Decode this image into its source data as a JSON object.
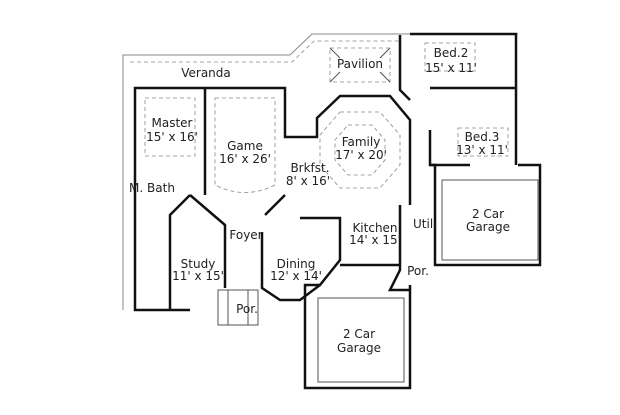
{
  "rooms": {
    "veranda": {
      "name": "Veranda"
    },
    "pavilion": {
      "name": "Pavilion"
    },
    "bed2": {
      "name": "Bed.2",
      "size": "15' x 11'"
    },
    "master": {
      "name": "Master",
      "size": "15' x 16'"
    },
    "game": {
      "name": "Game",
      "size": "16' x 26'"
    },
    "family": {
      "name": "Family",
      "size": "17' x 20'"
    },
    "bed3": {
      "name": "Bed.3",
      "size": "13' x 11'"
    },
    "brkfst": {
      "name": "Brkfst.",
      "size": "8' x 16'"
    },
    "mbath": {
      "name": "M. Bath"
    },
    "garage_right": {
      "name": "2 Car",
      "name2": "Garage"
    },
    "foyer": {
      "name": "Foyer"
    },
    "kitchen": {
      "name": "Kitchen",
      "size": "14' x 15'"
    },
    "util": {
      "name": "Util."
    },
    "study": {
      "name": "Study",
      "size": "11' x 15'"
    },
    "dining": {
      "name": "Dining",
      "size": "12' x 14'"
    },
    "porch_right": {
      "name": "Por."
    },
    "porch_front": {
      "name": "Por."
    },
    "garage_bottom": {
      "name": "2 Car",
      "name2": "Garage"
    }
  }
}
